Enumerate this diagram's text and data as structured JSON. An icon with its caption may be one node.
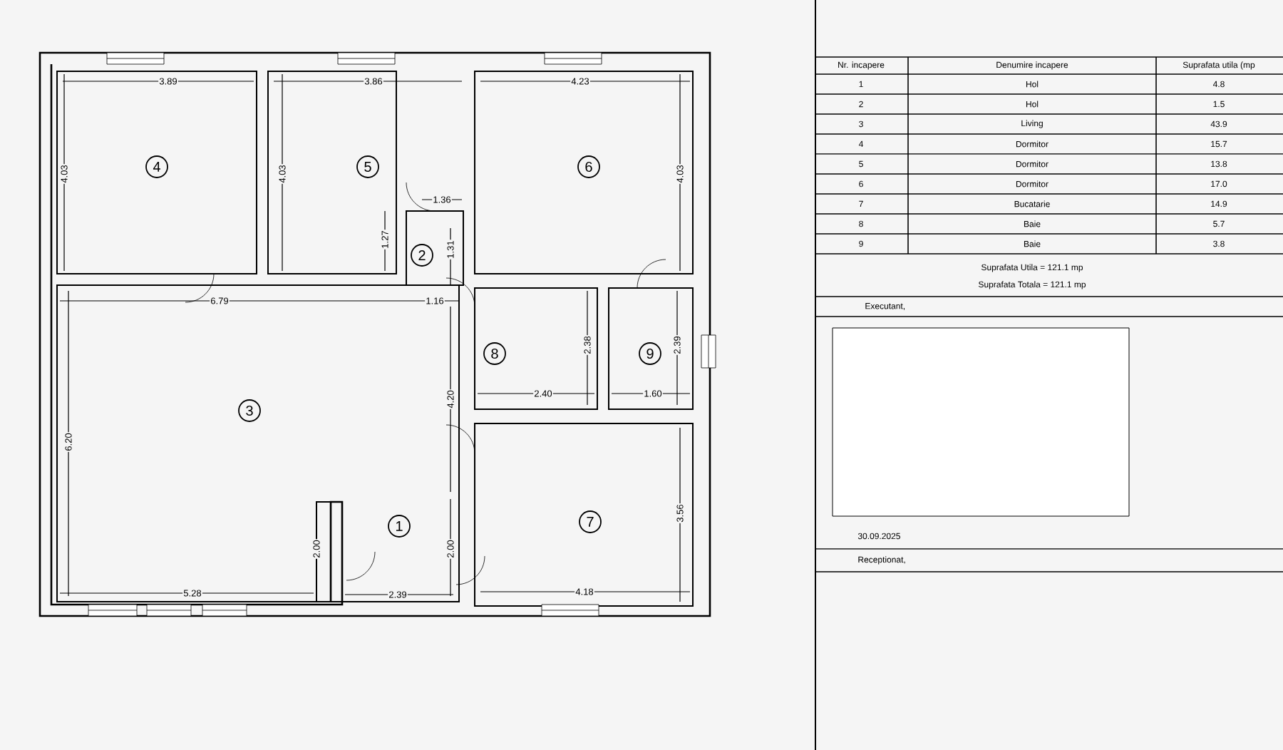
{
  "diagram": {
    "nodes": [
      {
        "text": [
          "4"
        ]
      },
      {
        "text": [
          "5"
        ]
      },
      {
        "text": [
          "6"
        ]
      },
      {
        "text": [
          "2"
        ]
      },
      {
        "text": [
          "8"
        ]
      },
      {
        "text": [
          "9"
        ]
      },
      {
        "text": [
          "3"
        ]
      },
      {
        "text": [
          "1"
        ]
      },
      {
        "text": [
          "7"
        ]
      }
    ],
    "edges": [],
    "labels": [
      "3.89",
      "3.86",
      "4.23",
      "4.03",
      "4.03",
      "4.03",
      "1.36",
      "1.27",
      "1.31",
      "6.79",
      "1.16",
      "2.38",
      "2.39",
      "2.40",
      "1.60",
      "4.20",
      "6.20",
      "3.56",
      "2.00",
      "2.00",
      "5.28",
      "2.39",
      "4.18",
      "Nr. incapere",
      "Denumire incapere",
      "Suprafata utila (mp",
      "1",
      "Hol",
      "4.8",
      "2",
      "Hol",
      "1.5",
      "3",
      "Living",
      "43.9",
      "4",
      "Dormitor",
      "15.7",
      "5",
      "Dormitor",
      "13.8",
      "6",
      "Dormitor",
      "17.0",
      "7",
      "Bucatarie",
      "14.9",
      "8",
      "Baie",
      "5.7",
      "9",
      "Baie",
      "3.8",
      "Suprafata Utila = 121.1  mp",
      "Suprafata Totala =  121.1 mp",
      "Executant,",
      "30.09.2025",
      "Receptionat,"
    ]
  }
}
